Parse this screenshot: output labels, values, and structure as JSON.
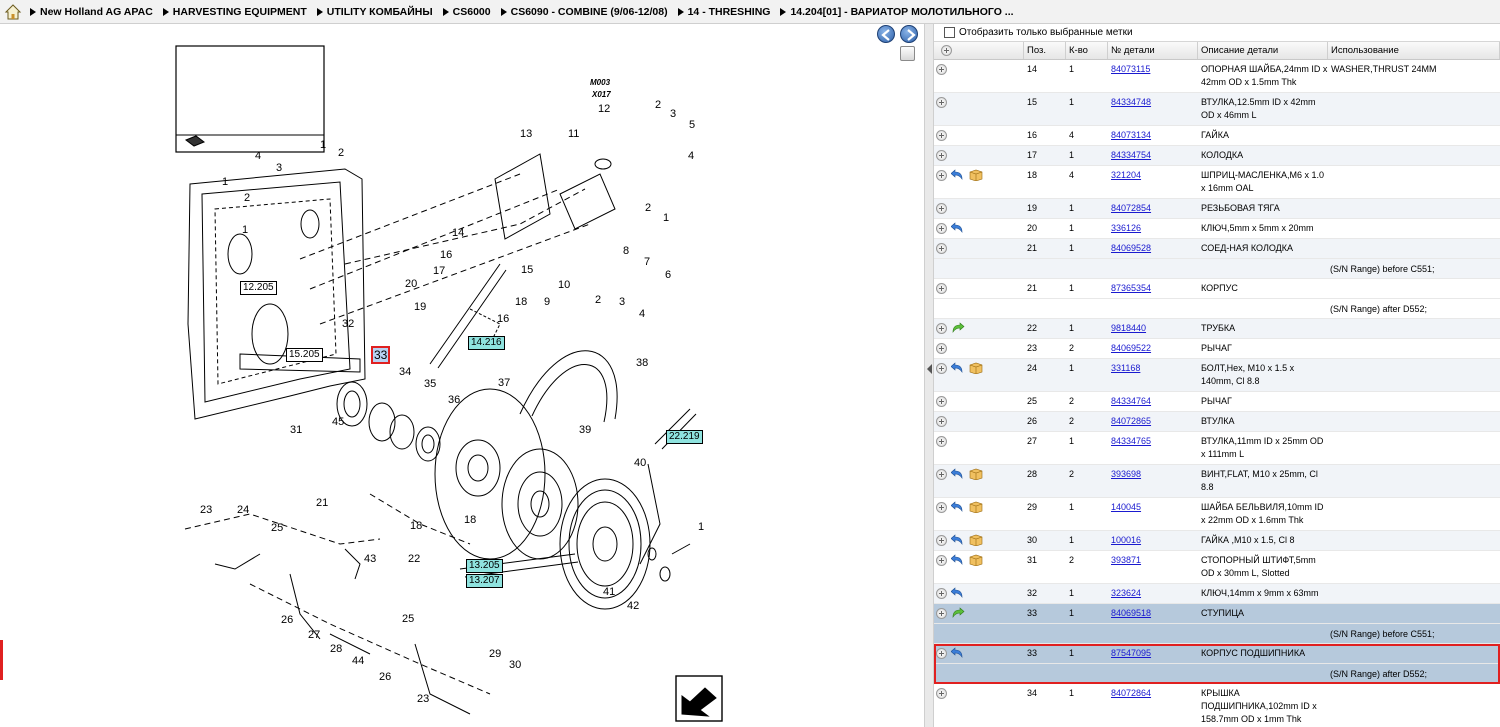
{
  "breadcrumb": [
    "New Holland AG APAC",
    "HARVESTING EQUIPMENT",
    "UTILITY КОМБАЙНЫ",
    "CS6000",
    "CS6090 - COMBINE (9/06-12/08)",
    "14 - THRESHING",
    "14.204[01] - ВАРИАТОР МОЛОТИЛЬНОГО ..."
  ],
  "filter_label": "Отобразить только выбранные метки",
  "columns": [
    "Поз.",
    "К-во",
    "№ детали",
    "Описание детали",
    "Использование"
  ],
  "rows": [
    {
      "pos": "14",
      "qty": "1",
      "part": "84073115",
      "desc": "ОПОРНАЯ ШАЙБА,24mm ID x 42mm OD x 1.5mm Thk",
      "usage": "WASHER,THRUST 24MM",
      "icons": []
    },
    {
      "pos": "15",
      "qty": "1",
      "part": "84334748",
      "desc": "ВТУЛКА,12.5mm ID x 42mm OD x 46mm L",
      "usage": "",
      "icons": []
    },
    {
      "pos": "16",
      "qty": "4",
      "part": "84073134",
      "desc": "ГАЙКА",
      "usage": "",
      "icons": []
    },
    {
      "pos": "17",
      "qty": "1",
      "part": "84334754",
      "desc": "КОЛОДКА",
      "usage": "",
      "icons": []
    },
    {
      "pos": "18",
      "qty": "4",
      "part": "321204",
      "desc": "ШПРИЦ-МАСЛЕНКА,M6 x 1.0 x 16mm OAL",
      "usage": "",
      "icons": [
        "back",
        "box"
      ]
    },
    {
      "pos": "19",
      "qty": "1",
      "part": "84072854",
      "desc": "РЕЗЬБОВАЯ ТЯГА",
      "usage": "",
      "icons": []
    },
    {
      "pos": "20",
      "qty": "1",
      "part": "336126",
      "desc": "КЛЮЧ,5mm x 5mm x 20mm",
      "usage": "",
      "icons": [
        "back"
      ]
    },
    {
      "pos": "21",
      "qty": "1",
      "part": "84069528",
      "desc": "СОЕД-НАЯ КОЛОДКА",
      "usage": "",
      "icons": [],
      "note": "(S/N Range) before C551;"
    },
    {
      "pos": "21",
      "qty": "1",
      "part": "87365354",
      "desc": "КОРПУС",
      "usage": "",
      "icons": [],
      "note": "(S/N Range) after D552;"
    },
    {
      "pos": "22",
      "qty": "1",
      "part": "9818440",
      "desc": "ТРУБКА",
      "usage": "",
      "icons": [
        "fwd"
      ]
    },
    {
      "pos": "23",
      "qty": "2",
      "part": "84069522",
      "desc": "РЫЧАГ",
      "usage": "",
      "icons": []
    },
    {
      "pos": "24",
      "qty": "1",
      "part": "331168",
      "desc": "БОЛТ,Hex, M10 x 1.5 x 140mm, Cl 8.8",
      "usage": "",
      "icons": [
        "back",
        "box"
      ]
    },
    {
      "pos": "25",
      "qty": "2",
      "part": "84334764",
      "desc": "РЫЧАГ",
      "usage": "",
      "icons": []
    },
    {
      "pos": "26",
      "qty": "2",
      "part": "84072865",
      "desc": "ВТУЛКА",
      "usage": "",
      "icons": []
    },
    {
      "pos": "27",
      "qty": "1",
      "part": "84334765",
      "desc": "ВТУЛКА,11mm ID x 25mm OD x 111mm L",
      "usage": "",
      "icons": []
    },
    {
      "pos": "28",
      "qty": "2",
      "part": "393698",
      "desc": "ВИНТ,FLAT, M10 x 25mm, Cl 8.8",
      "usage": "",
      "icons": [
        "back",
        "box"
      ]
    },
    {
      "pos": "29",
      "qty": "1",
      "part": "140045",
      "desc": "ШАЙБА БЕЛЬВИЛЯ,10mm ID x 22mm OD x 1.6mm Thk",
      "usage": "",
      "icons": [
        "back",
        "box"
      ]
    },
    {
      "pos": "30",
      "qty": "1",
      "part": "100016",
      "desc": "ГАЙКА ,M10 x 1.5, Cl 8",
      "usage": "",
      "icons": [
        "back",
        "box"
      ]
    },
    {
      "pos": "31",
      "qty": "2",
      "part": "393871",
      "desc": "СТОПОРНЫЙ ШТИФТ,5mm OD x 30mm L, Slotted",
      "usage": "",
      "icons": [
        "back",
        "box"
      ]
    },
    {
      "pos": "32",
      "qty": "1",
      "part": "323624",
      "desc": "КЛЮЧ,14mm x 9mm x 63mm",
      "usage": "",
      "icons": [
        "back"
      ]
    },
    {
      "pos": "33",
      "qty": "1",
      "part": "84069518",
      "desc": "СТУПИЦА",
      "usage": "",
      "icons": [
        "fwd"
      ],
      "note": "(S/N Range) before C551;",
      "highlight": true
    },
    {
      "pos": "33",
      "qty": "1",
      "part": "87547095",
      "desc": "КОРПУС ПОДШИПНИКА",
      "usage": "",
      "icons": [
        "back"
      ],
      "note": "(S/N Range) after D552;",
      "highlight": true,
      "selected": true
    },
    {
      "pos": "34",
      "qty": "1",
      "part": "84072864",
      "desc": "КРЫШКА ПОДШИПНИКА,102mm ID x 158.7mm OD x 1mm Thk",
      "usage": "",
      "icons": []
    }
  ],
  "diagram": {
    "marks": [
      "M003",
      "X017"
    ],
    "numbers": [
      "1",
      "2",
      "3",
      "4",
      "5",
      "6",
      "7",
      "8",
      "9",
      "10",
      "11",
      "12",
      "13",
      "14",
      "15",
      "16",
      "17",
      "18",
      "19",
      "20",
      "21",
      "22",
      "23",
      "24",
      "25",
      "26",
      "27",
      "28",
      "29",
      "30",
      "31",
      "32",
      "33",
      "34",
      "35",
      "36",
      "37",
      "38",
      "39",
      "40",
      "41",
      "42",
      "43",
      "44",
      "45"
    ],
    "refs": {
      "r12205": "12.205",
      "r15205": "15.205",
      "r14216": "14.216",
      "r22219": "22.219",
      "r13205": "13.205",
      "r13207": "13.207",
      "sel33": "33"
    }
  }
}
